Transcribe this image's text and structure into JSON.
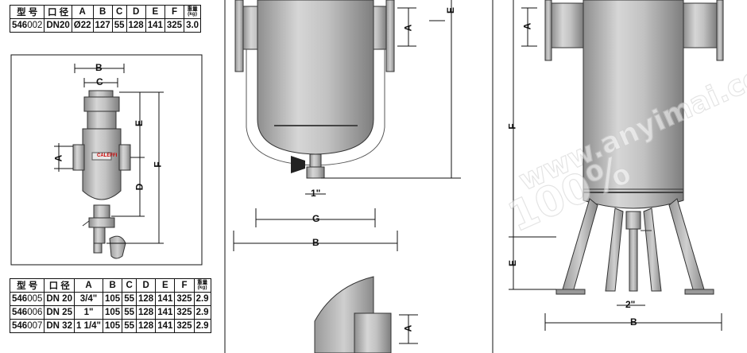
{
  "table_top": {
    "headers": [
      "型 号",
      "口 径",
      "A",
      "B",
      "C",
      "D",
      "E",
      "F",
      "重量",
      "(kg)"
    ],
    "rows": [
      {
        "code_bold": "546",
        "code_rest": "002",
        "size": "DN20",
        "A": "Ø22",
        "B": "127",
        "C": "55",
        "D": "128",
        "E": "141",
        "F": "325",
        "weight": "3.0"
      }
    ]
  },
  "table_bottom": {
    "headers": [
      "型 号",
      "口 径",
      "A",
      "B",
      "C",
      "D",
      "E",
      "F",
      "重量",
      "(kg)"
    ],
    "rows": [
      {
        "code_bold": "546",
        "code_rest": "005",
        "size": "DN 20",
        "A": "3/4\"",
        "B": "105",
        "C": "55",
        "D": "128",
        "E": "141",
        "F": "325",
        "weight": "2.9"
      },
      {
        "code_bold": "546",
        "code_rest": "006",
        "size": "DN 25",
        "A": "1\"",
        "B": "105",
        "C": "55",
        "D": "128",
        "E": "141",
        "F": "325",
        "weight": "2.9"
      },
      {
        "code_bold": "546",
        "code_rest": "007",
        "size": "DN 32",
        "A": "1 1/4\"",
        "B": "105",
        "C": "55",
        "D": "128",
        "E": "141",
        "F": "325",
        "weight": "2.9"
      }
    ]
  },
  "diagram_small": {
    "brand": "CALEFFI",
    "dims": {
      "B": "B",
      "C": "C",
      "E": "E",
      "A": "A",
      "D": "D",
      "F": "F"
    }
  },
  "diagram_middle": {
    "dims": {
      "A": "A",
      "E": "E",
      "G": "G",
      "B": "B",
      "drain": "1\""
    }
  },
  "diagram_right": {
    "dims": {
      "A": "A",
      "F": "F",
      "E": "E",
      "B": "B",
      "drain": "2\""
    }
  },
  "watermark": {
    "text": "www.anyimai.com",
    "text2": "100%"
  },
  "colors": {
    "line": "#111111",
    "body_fill": "#c9c9c9",
    "body_dark": "#9a9a9a",
    "panel_bg": "#ffffff"
  }
}
